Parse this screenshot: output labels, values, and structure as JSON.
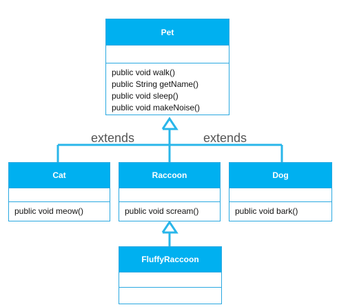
{
  "classes": {
    "pet": {
      "name": "Pet",
      "operations": [
        "public void walk()",
        "public String getName()",
        "public void sleep()",
        "public void makeNoise()"
      ]
    },
    "cat": {
      "name": "Cat",
      "operations": [
        "public void meow()"
      ]
    },
    "raccoon": {
      "name": "Raccoon",
      "operations": [
        "public void scream()"
      ]
    },
    "dog": {
      "name": "Dog",
      "operations": [
        "public void bark()"
      ]
    },
    "fluffy_raccoon": {
      "name": "FluffyRaccoon",
      "operations": []
    }
  },
  "relation_labels": {
    "left": "extends",
    "right": "extends"
  },
  "colors": {
    "header": "#00b0f0",
    "border": "#29a8e0",
    "connector": "#29b6ea"
  }
}
